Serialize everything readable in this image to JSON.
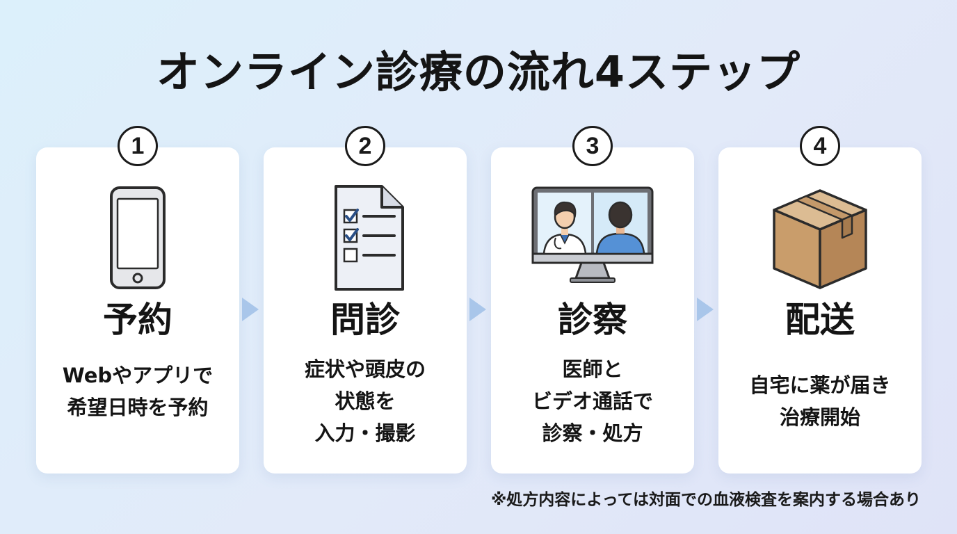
{
  "title": "オンライン診療の流れ4ステップ",
  "steps": [
    {
      "number": "1",
      "label": "予約",
      "icon": "smartphone-icon",
      "lines": [
        "Webやアプリで",
        "希望日時を予約"
      ]
    },
    {
      "number": "2",
      "label": "問診",
      "icon": "checklist-document-icon",
      "lines": [
        "症状や頭皮の",
        "状態を",
        "入力・撮影"
      ]
    },
    {
      "number": "3",
      "label": "診察",
      "icon": "video-call-monitor-icon",
      "lines": [
        "医師と",
        "ビデオ通話で",
        "診察・処方"
      ]
    },
    {
      "number": "4",
      "label": "配送",
      "icon": "package-box-icon",
      "lines": [
        "自宅に薬が届き",
        "治療開始"
      ]
    }
  ],
  "note": "※処方内容によっては対面での血液検査を案内する場合あり",
  "colors": {
    "arrow": "#a9c6ea",
    "box": "#d2ab7f",
    "shirt": "#5591d6",
    "check": "#2a4f86"
  }
}
